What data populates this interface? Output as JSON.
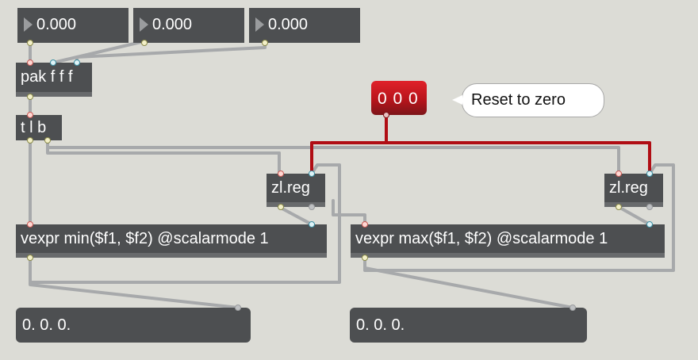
{
  "number_boxes": [
    {
      "value": "0.000"
    },
    {
      "value": "0.000"
    },
    {
      "value": "0.000"
    }
  ],
  "objects": {
    "pak": "pak f f f",
    "trigger": "t l b",
    "zlreg_left": "zl.reg",
    "zlreg_right": "zl.reg",
    "vexpr_min": "vexpr min($f1, $f2) @scalarmode 1",
    "vexpr_max": "vexpr max($f1, $f2) @scalarmode 1"
  },
  "messages": {
    "reset": "0 0 0",
    "output_min": "0. 0. 0.",
    "output_max": "0. 0. 0."
  },
  "comment": "Reset to zero",
  "colors": {
    "canvas": "#dcdcd6",
    "object_body": "#4d4f51",
    "patch_cord": "#a7a9ab",
    "hot_message": "#d41f26",
    "message_cord": "#b00d14"
  }
}
